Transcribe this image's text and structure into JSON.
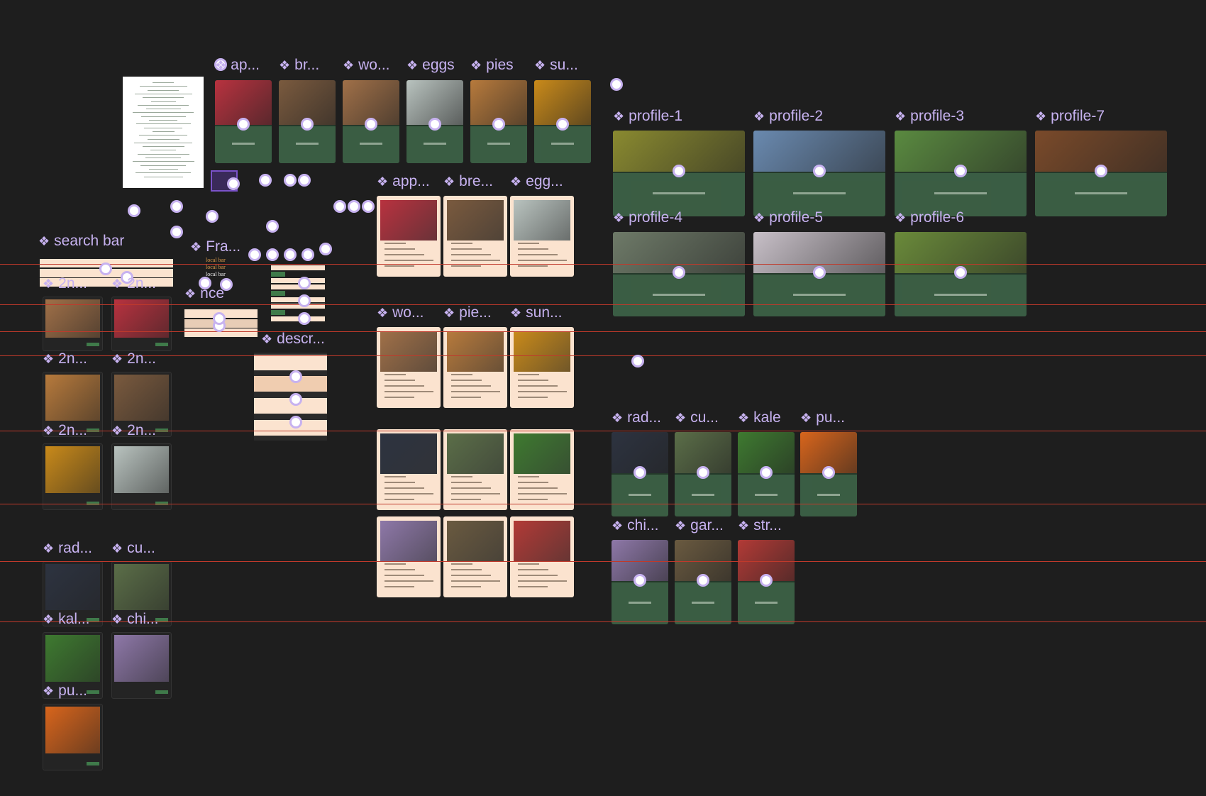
{
  "canvas": {
    "background": "#1e1e1e",
    "accent": "#c7b2f0",
    "guide_color": "#c0392b"
  },
  "farm_cards": [
    {
      "label": "ap...",
      "image": "apples",
      "color": "#b8323f"
    },
    {
      "label": "br...",
      "image": "bread",
      "color": "#7a5a3e"
    },
    {
      "label": "wo...",
      "image": "firewood",
      "color": "#a07048"
    },
    {
      "label": "eggs",
      "image": "eggs",
      "color": "#b9c3bf"
    },
    {
      "label": "pies",
      "image": "pies",
      "color": "#b77a3c"
    },
    {
      "label": "su...",
      "image": "sunflowers",
      "color": "#c98a1a"
    }
  ],
  "profiles": [
    {
      "label": "profile-1",
      "image": "market-vegetables",
      "color": "#8a8a30"
    },
    {
      "label": "profile-2",
      "image": "white-barn-flowers",
      "color": "#6a8ab0"
    },
    {
      "label": "profile-3",
      "image": "raised-garden",
      "color": "#5a8a40"
    },
    {
      "label": "profile-7",
      "image": "red-barn",
      "color": "#7a4a2a"
    },
    {
      "label": "profile-4",
      "image": "foggy-field",
      "color": "#6e7a68"
    },
    {
      "label": "profile-5",
      "image": "wildflower",
      "color": "#c8c0c8"
    },
    {
      "label": "profile-6",
      "image": "vegetable-bunch",
      "color": "#6a8a3a"
    }
  ],
  "posts": [
    {
      "label": "app...",
      "color": "#b8323f"
    },
    {
      "label": "bre...",
      "color": "#7a5a3e"
    },
    {
      "label": "egg...",
      "color": "#b9c3bf"
    },
    {
      "label": "wo...",
      "color": "#a07048"
    },
    {
      "label": "pie...",
      "color": "#b77a3c"
    },
    {
      "label": "sun...",
      "color": "#c98a1a"
    },
    {
      "label": "",
      "color": "#2d3340"
    },
    {
      "label": "",
      "color": "#5b6e48"
    },
    {
      "label": "",
      "color": "#3e7a30"
    },
    {
      "label": "",
      "color": "#8e78a8"
    },
    {
      "label": "",
      "color": "#6a5a40"
    },
    {
      "label": "",
      "color": "#b23a36"
    }
  ],
  "produce": [
    {
      "label": "rad...",
      "color": "#2d3340"
    },
    {
      "label": "cu...",
      "color": "#5b6e48"
    },
    {
      "label": "kale",
      "color": "#3e7a30"
    },
    {
      "label": "pu...",
      "color": "#d8651c"
    },
    {
      "label": "chi...",
      "color": "#8e78a8"
    },
    {
      "label": "gar...",
      "color": "#6a5a40"
    },
    {
      "label": "str...",
      "color": "#b23a36"
    }
  ],
  "mini_cards": [
    {
      "label": "2n...",
      "color": "#a07048"
    },
    {
      "label": "2n...",
      "color": "#b8323f"
    },
    {
      "label": "2n...",
      "color": "#b77a3c"
    },
    {
      "label": "2n...",
      "color": "#7a5a3e"
    },
    {
      "label": "2n...",
      "color": "#c98a1a"
    },
    {
      "label": "2n...",
      "color": "#b9c3bf"
    },
    {
      "label": "rad...",
      "color": "#2d3340"
    },
    {
      "label": "cu...",
      "color": "#5b6e48"
    },
    {
      "label": "kal...",
      "color": "#3e7a30"
    },
    {
      "label": "chi...",
      "color": "#8e78a8"
    },
    {
      "label": "pu...",
      "color": "#d8651c"
    }
  ],
  "components": {
    "search_bar": "search bar",
    "frame": "Fra...",
    "price": "nce",
    "description": "descr...",
    "local_labels": [
      "local bar",
      "local bar",
      "local bar"
    ]
  }
}
